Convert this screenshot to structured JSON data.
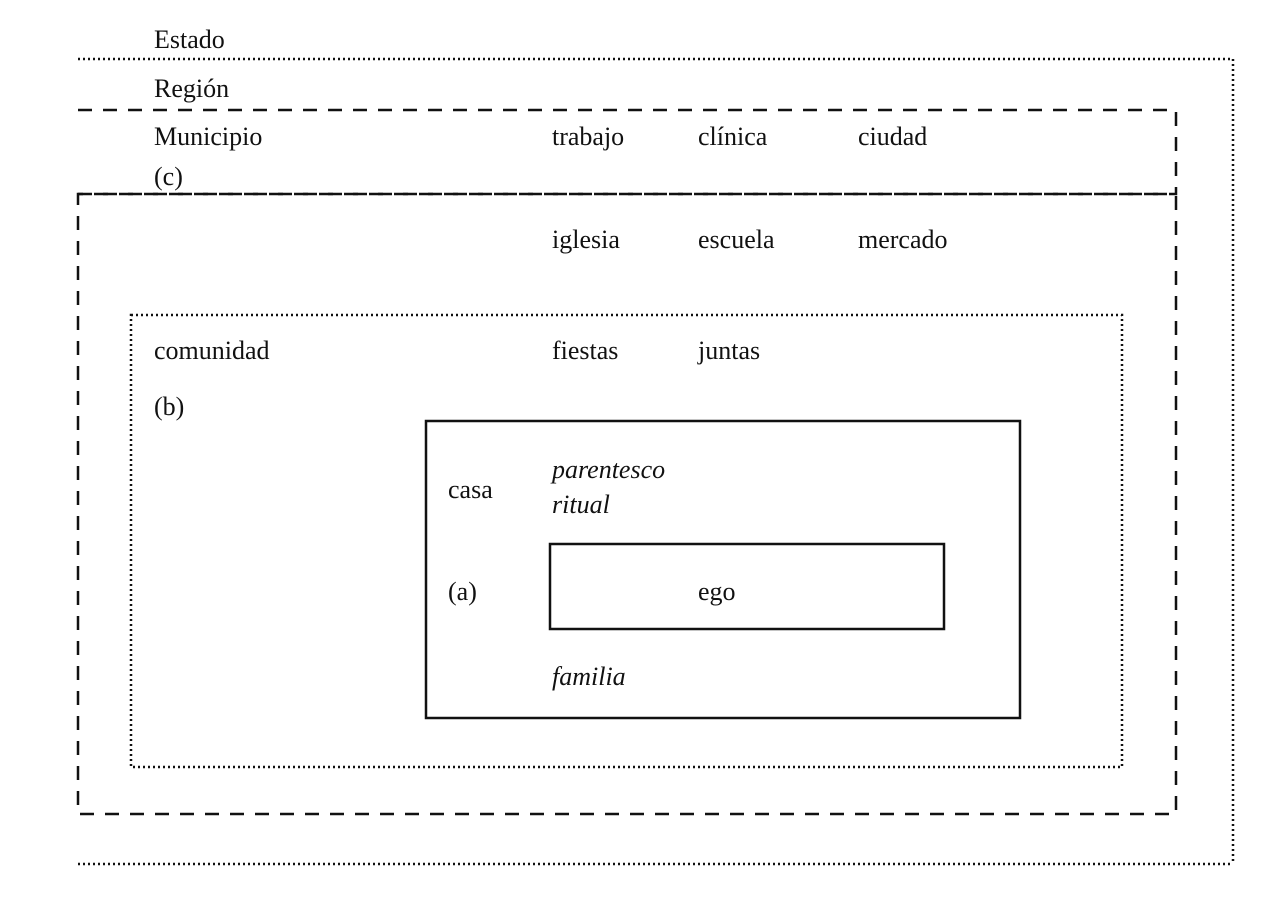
{
  "levels": {
    "estado": {
      "label": "Estado"
    },
    "region": {
      "label": "Región"
    },
    "municipio": {
      "label": "Municipio",
      "marker": "(c)"
    },
    "comunidad": {
      "label": "comunidad",
      "marker": "(b)"
    },
    "casa": {
      "label": "casa",
      "marker": "(a)"
    },
    "ego": {
      "label": "ego"
    }
  },
  "municipio_items": {
    "row1": [
      "trabajo",
      "clínica",
      "ciudad"
    ],
    "row2": [
      "iglesia",
      "escuela",
      "mercado"
    ]
  },
  "comunidad_items": [
    "fiestas",
    "juntas"
  ],
  "casa_items": {
    "kinship": "parentesco",
    "kinship2": "ritual",
    "family": "familia"
  },
  "colors": {
    "line": "#111111",
    "background": "#ffffff"
  }
}
